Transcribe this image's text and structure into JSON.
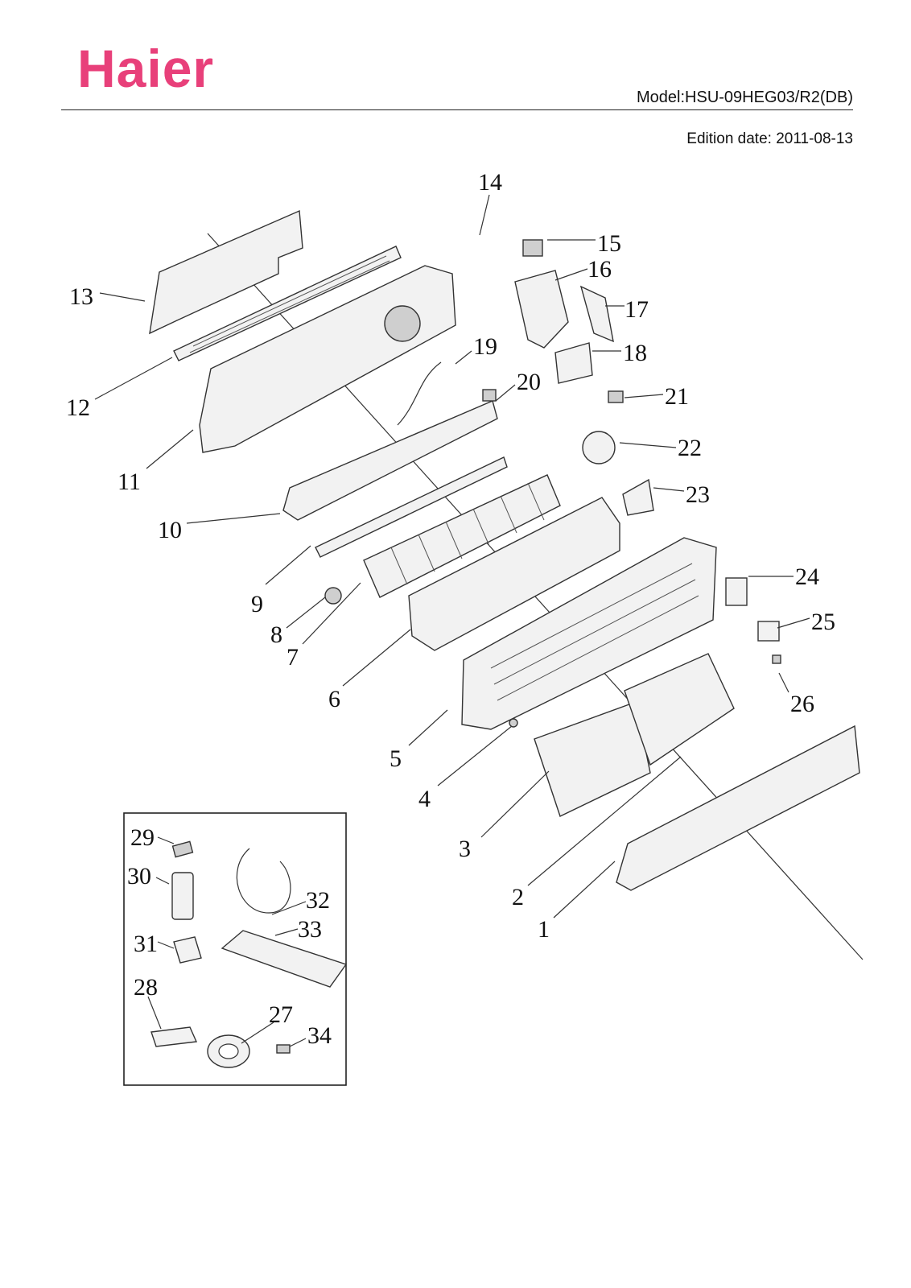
{
  "header": {
    "brand": "Haier",
    "model": "Model:HSU-09HEG03/R2(DB)",
    "edition": "Edition date: 2011-08-13"
  },
  "callouts": [
    "1",
    "2",
    "3",
    "4",
    "5",
    "6",
    "7",
    "8",
    "9",
    "10",
    "11",
    "12",
    "13",
    "14",
    "15",
    "16",
    "17",
    "18",
    "19",
    "20",
    "21",
    "22",
    "23",
    "24",
    "25",
    "26",
    "27",
    "28",
    "29",
    "30",
    "31",
    "32",
    "33",
    "34"
  ],
  "colors": {
    "brand": "#e8407a",
    "line": "#333333"
  }
}
